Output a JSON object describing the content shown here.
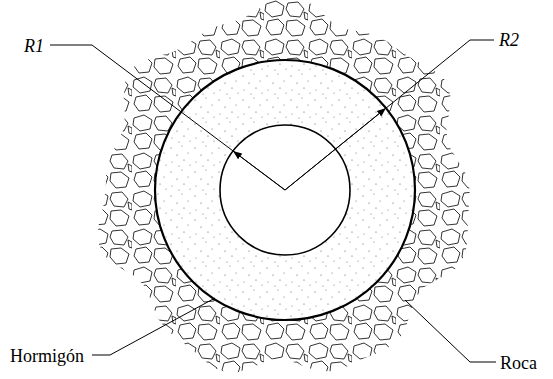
{
  "diagram": {
    "labels": [
      "R1",
      "R2",
      "Hormigón",
      "Roca"
    ]
  }
}
